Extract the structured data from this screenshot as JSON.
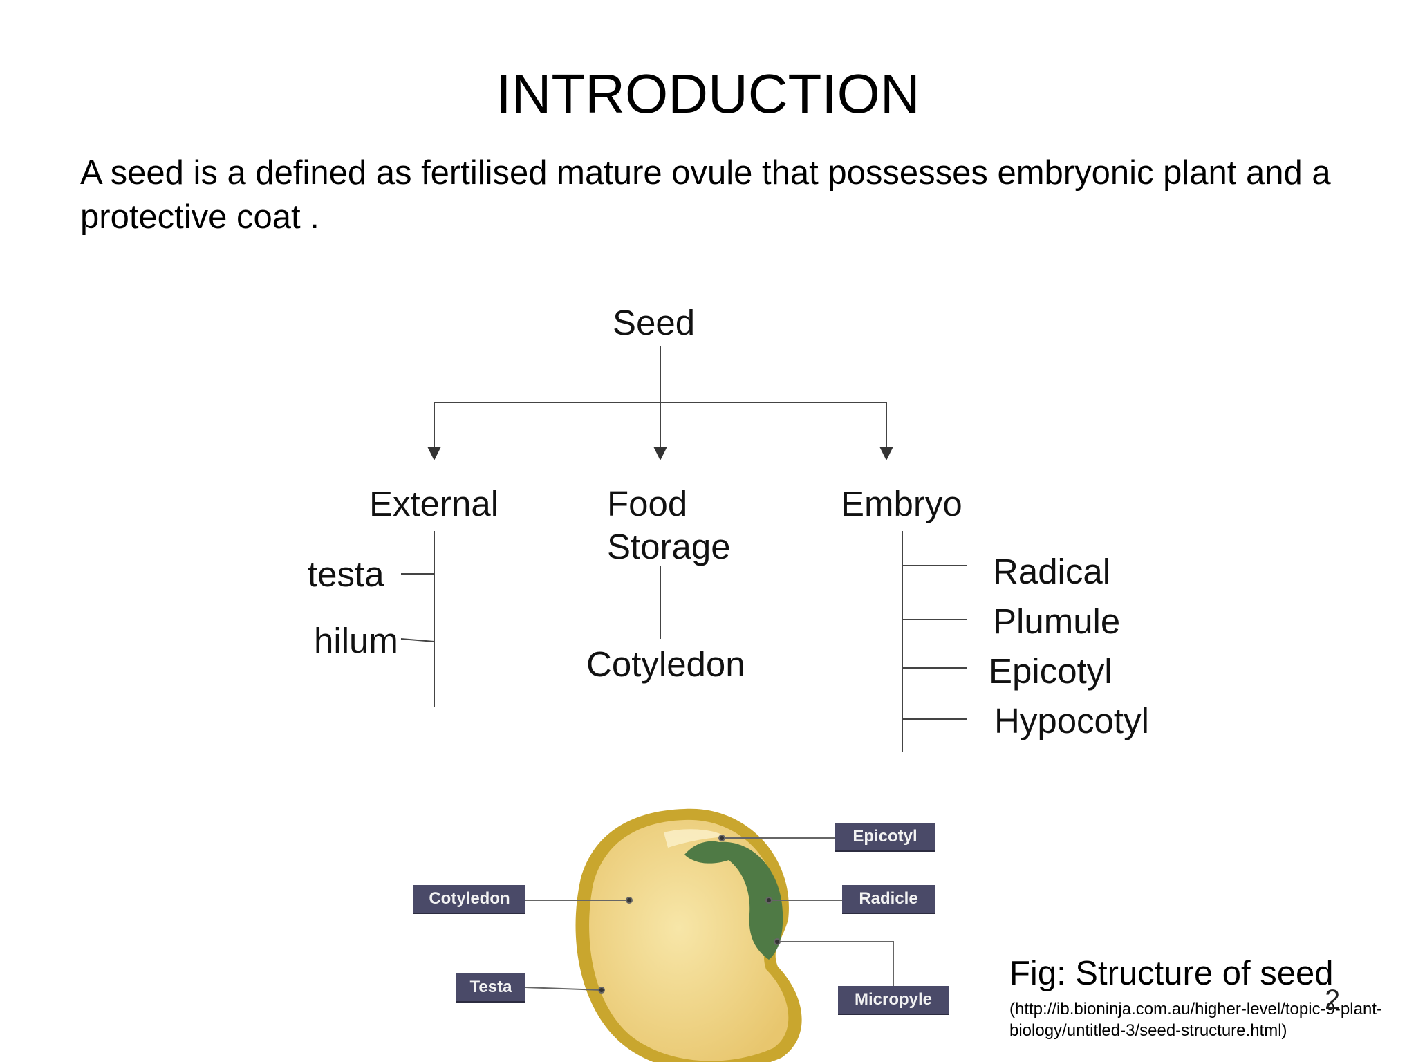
{
  "slide": {
    "title": "INTRODUCTION",
    "intro": "A seed  is a defined as fertilised mature ovule that possesses embryonic plant and a protective coat .",
    "page_number": "2"
  },
  "diagram": {
    "root": "Seed",
    "branches": [
      {
        "label": "External",
        "children": [
          "testa",
          "hilum"
        ]
      },
      {
        "label": "Food Storage",
        "children": [
          "Cotyledon"
        ]
      },
      {
        "label": "Embryo",
        "children": [
          "Radical",
          "Plumule",
          "Epicotyl",
          "Hypocotyl"
        ]
      }
    ]
  },
  "figure": {
    "labels": {
      "cotyledon": "Cotyledon",
      "testa": "Testa",
      "epicotyl": "Epicotyl",
      "radicle": "Radicle",
      "micropyle": "Micropyle"
    },
    "colors": {
      "seed_coat": "#c9a62e",
      "endosperm": "#f3d98c",
      "embryo": "#4f7a45",
      "label_bg": "#4a4a68"
    },
    "caption": "Fig: Structure of seed",
    "source": "(http://ib.bioninja.com.au/higher-level/topic-9-plant-biology/untitled-3/seed-structure.html)"
  }
}
